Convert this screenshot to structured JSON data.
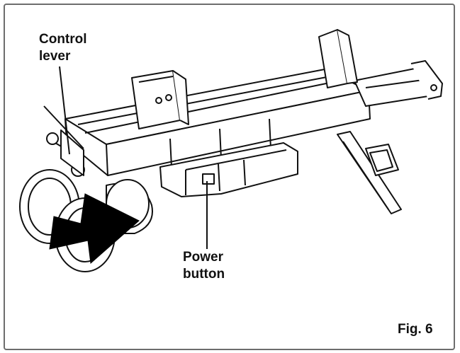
{
  "figure": {
    "label": "Fig. 6"
  },
  "callouts": {
    "control_lever": {
      "line1": "Control",
      "line2": "lever"
    },
    "power_button": {
      "line1": "Power",
      "line2": "button"
    }
  },
  "colors": {
    "border": "#6d6d6d",
    "ink": "#111111",
    "arrow": "#000000"
  }
}
